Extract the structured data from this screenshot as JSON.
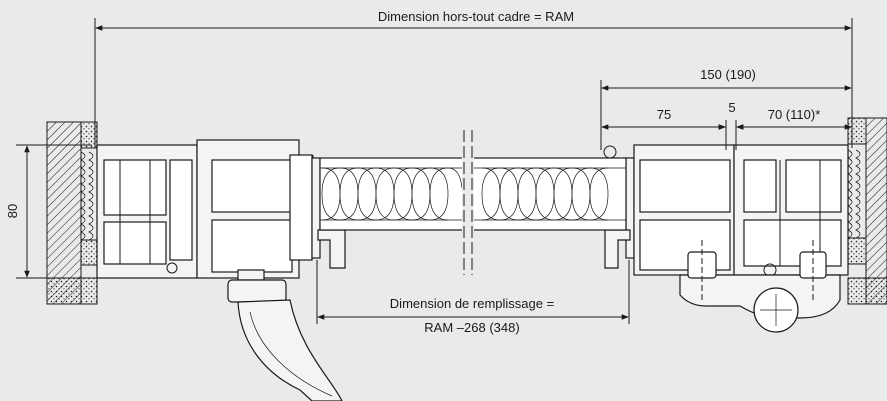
{
  "labels": {
    "overall_dimension": "Dimension hors-tout cadre = RAM",
    "dim_150": "150 (190)",
    "dim_75": "75",
    "dim_5": "5",
    "dim_70": "70 (110)*",
    "dim_80": "80",
    "fill_dimension_line1": "Dimension de remplissage =",
    "fill_dimension_line2": "RAM –268 (348)"
  },
  "colors": {
    "background": "#e9eaeb",
    "line": "#1a1a1a",
    "profile_fill": "#f4f4f4",
    "insulation_fill": "#ffffff",
    "wall_hatch": "#1a1a1a"
  }
}
